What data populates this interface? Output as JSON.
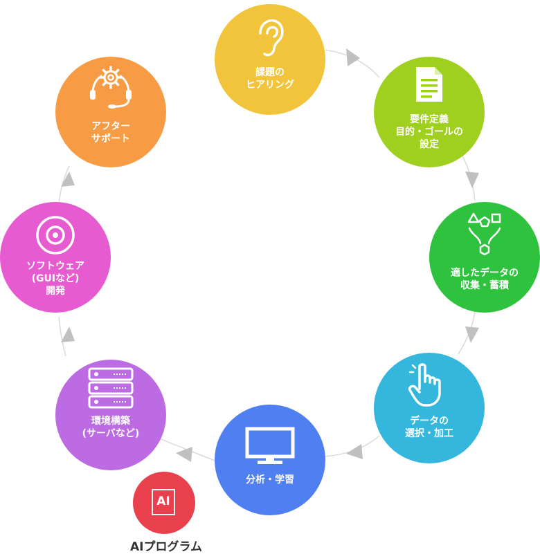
{
  "colors": {
    "hearing": "#F2C43B",
    "requirements": "#9FCF1F",
    "data_collection": "#2FC23E",
    "data_selection": "#35B6DC",
    "analysis": "#4F7FF0",
    "environment": "#BC6BE3",
    "software": "#E65BCF",
    "aftersupport": "#F79C45",
    "ai_program": "#E8414D",
    "arrow": "#C0C0C0",
    "ring": "#DADADA"
  },
  "steps": {
    "hearing": [
      "課題の",
      "ヒアリング"
    ],
    "requirements": [
      "要件定義",
      "目的・ゴールの",
      "設定"
    ],
    "data_collection": [
      "適したデータの",
      "収集・蓄積"
    ],
    "data_selection": [
      "データの",
      "選択・加工"
    ],
    "analysis": [
      "分析・学習"
    ],
    "environment": [
      "環境構築",
      "(サーバなど)"
    ],
    "software": [
      "ソフトウェア",
      "(GUIなど)",
      "開発"
    ],
    "aftersupport": [
      "アフター",
      "サポート"
    ]
  },
  "ai_program": {
    "icon_text": "AI",
    "caption": "AIプログラム"
  }
}
